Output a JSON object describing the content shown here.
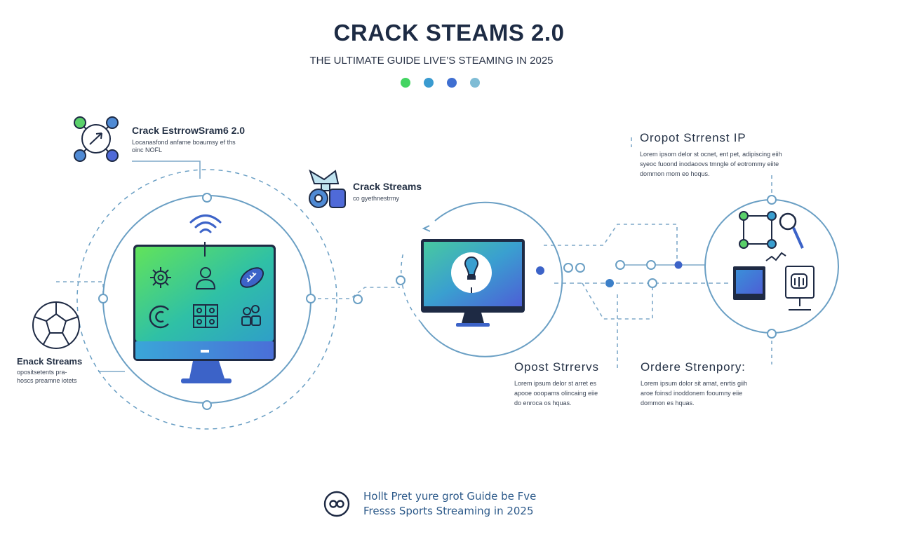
{
  "header": {
    "title": "CRACK STEAMS 2.0",
    "subtitle": "THE ULTIMATE GUIDE LIVE’S STEAMING IN 2025",
    "dots": [
      "#44d462",
      "#3a9bd0",
      "#3f6fd1",
      "#7fbcd5"
    ]
  },
  "labels": {
    "top_left": {
      "title": "Crack EstrrowSram6 2.0",
      "body": [
        "Locanasfond anfame boaumsy ef ths",
        "oinc NOFL"
      ]
    },
    "center": {
      "title": "Crack Streams",
      "body": [
        "co gyethnestrmy"
      ]
    },
    "left": {
      "title": "Enack Streams",
      "body": [
        "opositsetents pra-",
        "hoscs preamne iotets"
      ]
    },
    "top_right": {
      "title": "Oropot Strrenst IP",
      "body": [
        "Lorem ipsom delor st ocnet, ent pet, adipiscing eiih",
        "syeoc fuoond inodaoovs tmngle of eotrommy eiite",
        "dommon mom eo hoqus."
      ]
    },
    "bottom_middle": {
      "title": "Opost Strrervs",
      "body": [
        "Lorem ipsum delor st arret es",
        "apooe ooopams olincaing eiie",
        "do enroca os hquas."
      ]
    },
    "bottom_right": {
      "title": "Ordere Strenpory:",
      "body": [
        "Lorem ipsum dolor sit amat, enrtis giih",
        "aroe foinsd inoddonem fooumny eiie",
        "dommon es hquas."
      ]
    }
  },
  "footer": {
    "line1": "Hollt Pret yure grot Guide be Fve",
    "line2": "Fresss Sports Streaming in 2025"
  },
  "colors": {
    "line": "#7ea9c9",
    "ring": "#6a9fc4",
    "screen_gradient": [
      "#5fe25a",
      "#2fb6c9",
      "#4a6fd8"
    ],
    "icon_dark": "#1e2a44",
    "icon_blue": "#3c63c8"
  }
}
